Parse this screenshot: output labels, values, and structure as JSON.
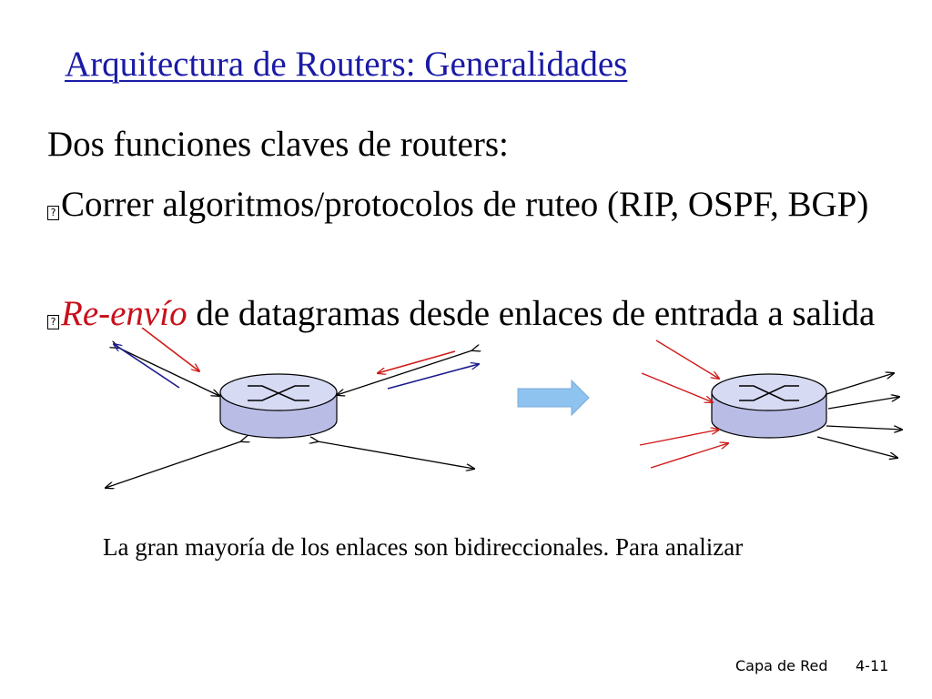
{
  "slide": {
    "title": "Arquitectura de Routers: Generalidades",
    "intro": "Dos funciones claves de routers:",
    "bullets": [
      {
        "marker": "?",
        "text": "Correr algoritmos/protocolos de ruteo (RIP, OSPF, BGP)"
      },
      {
        "marker": "?",
        "emphasis": "Re-envío",
        "text": " de datagramas desde enlaces de entrada a salida"
      }
    ],
    "note": "La gran mayoría de los enlaces son bidireccionales. Para analizar",
    "footer": {
      "section": "Capa de Red",
      "page": "4-11"
    }
  },
  "diagram": {
    "colors": {
      "link": "#000000",
      "inbound": "#d01818",
      "outbound": "#1a1a8c",
      "router_body": "#b9bde6",
      "router_top": "#d7daf3",
      "transition_arrow": "#8fc3ef"
    }
  }
}
